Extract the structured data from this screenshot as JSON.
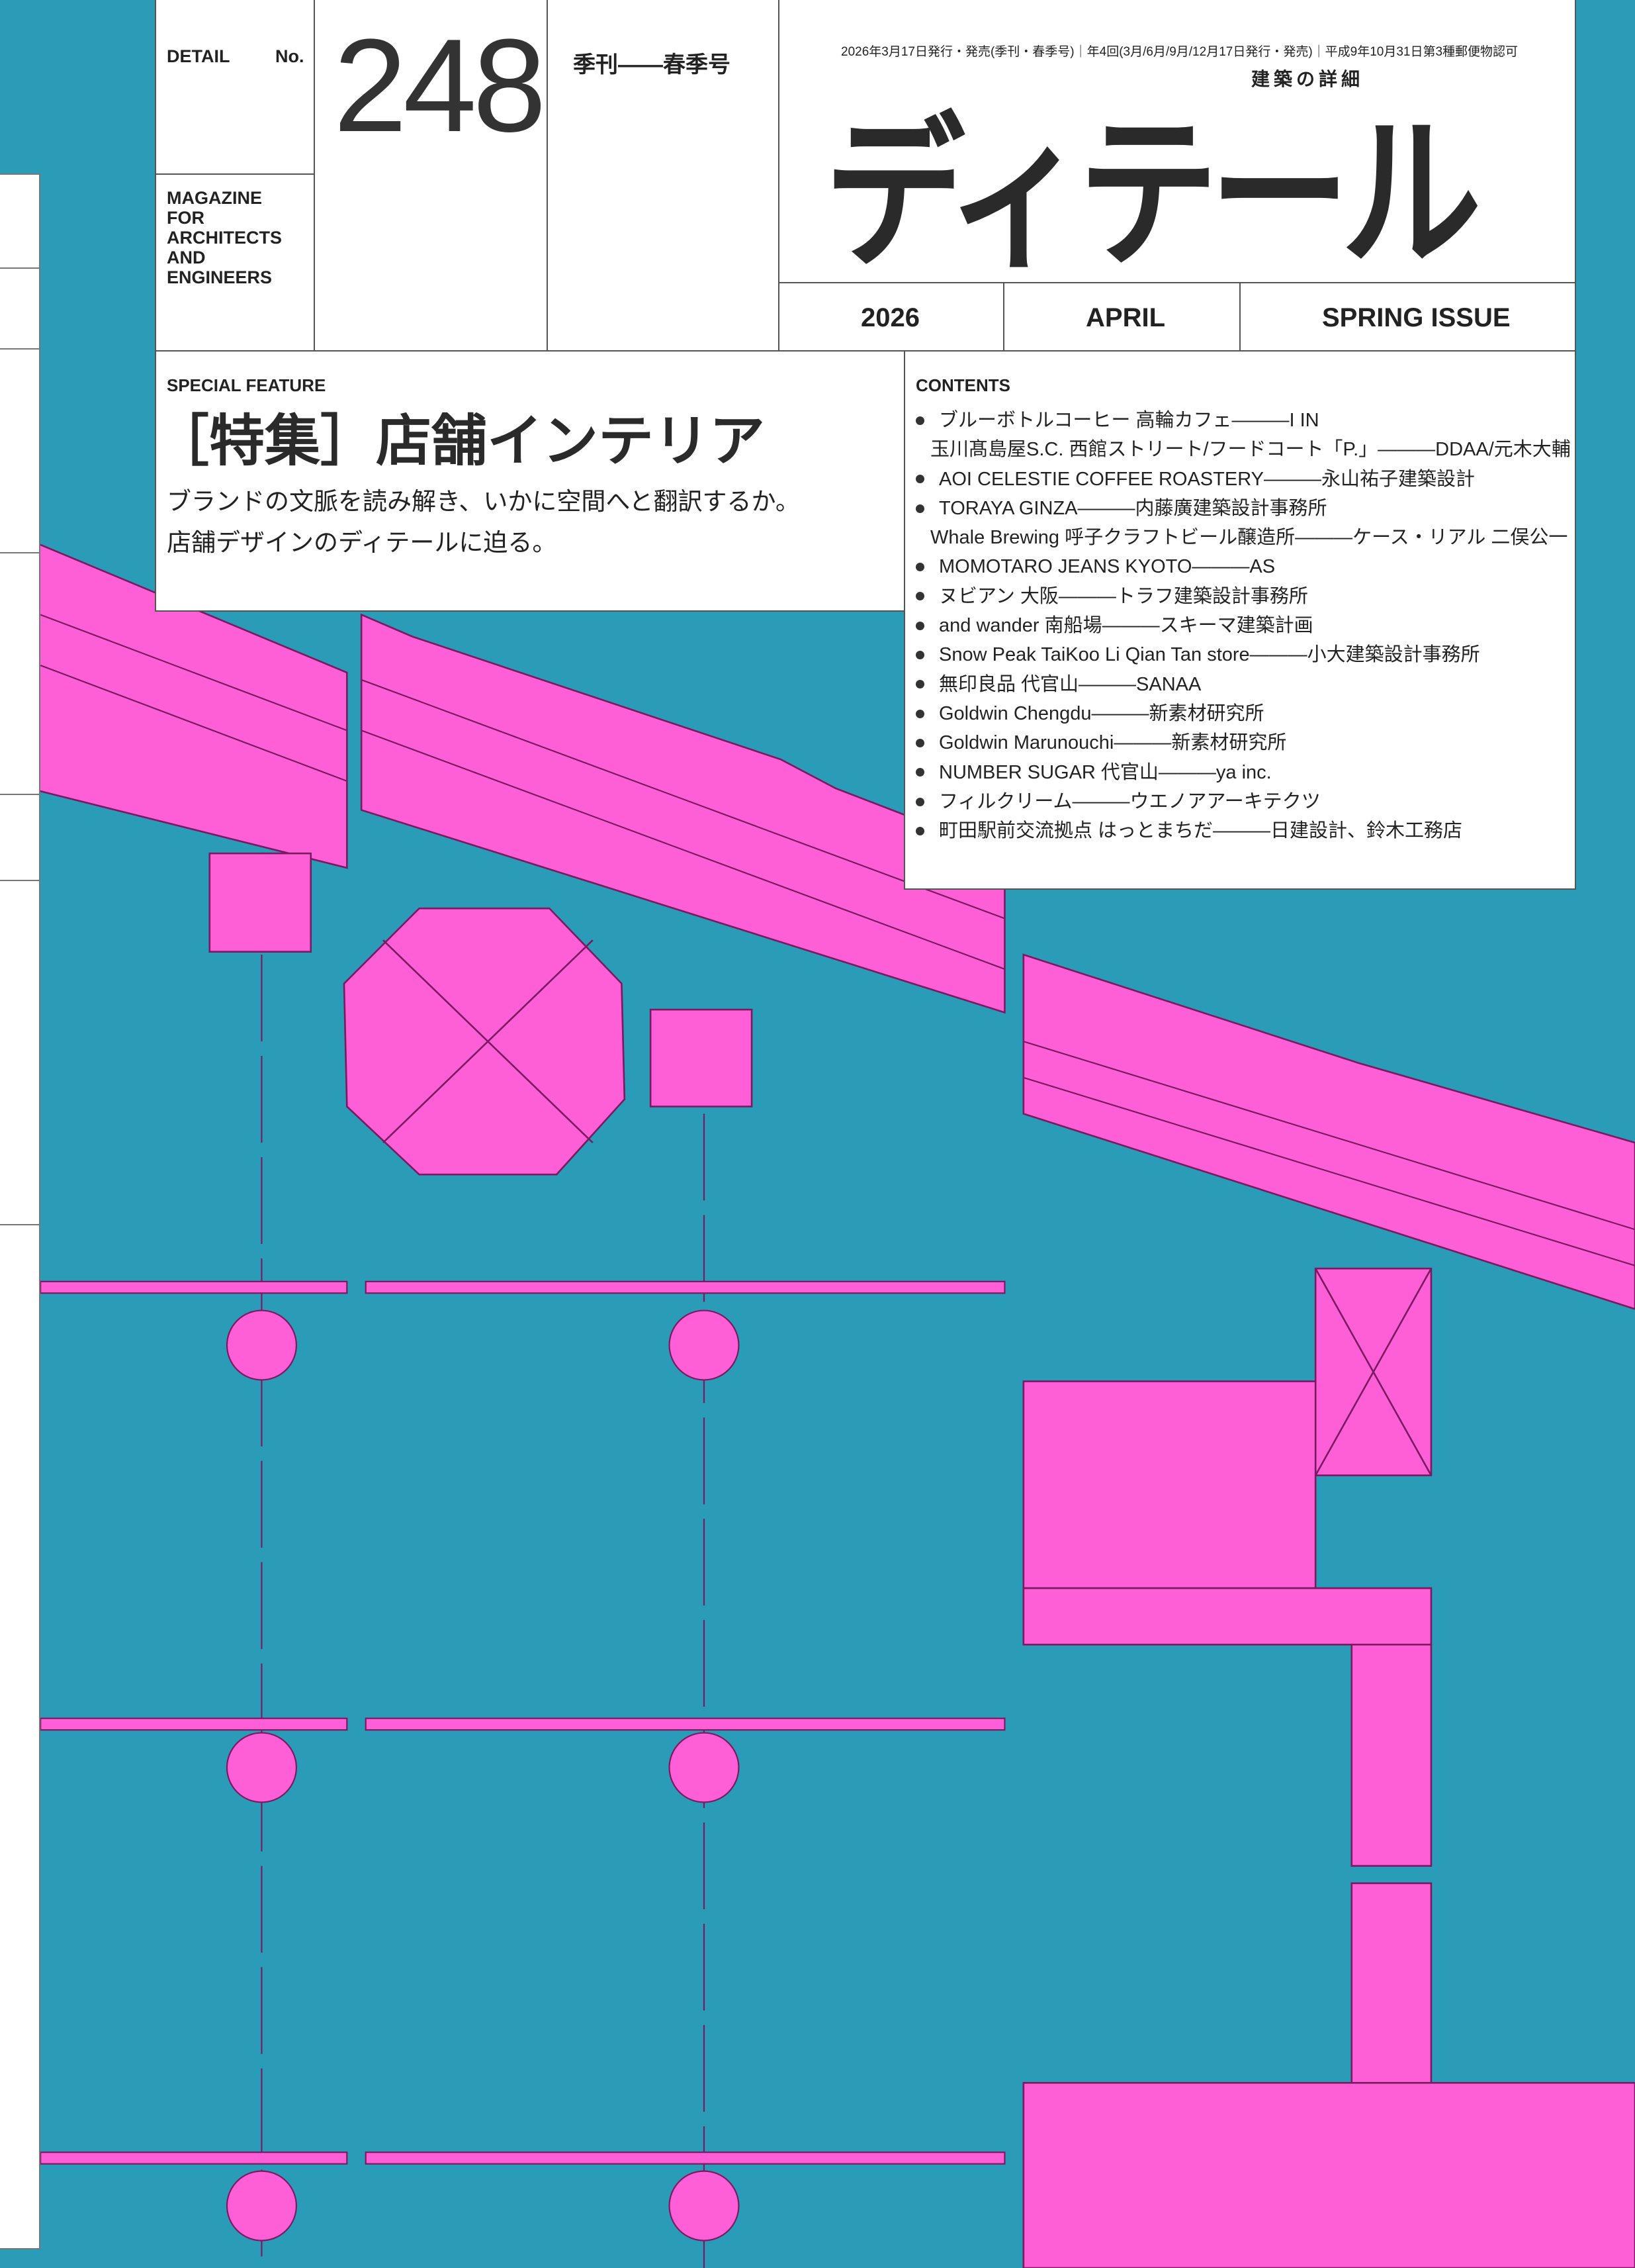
{
  "masthead": {
    "detail_label": "DETAIL",
    "no_label": "No.",
    "issue_number": "248",
    "tagline_lines": [
      "MAGAZINE",
      "FOR",
      "ARCHITECTS",
      "AND",
      "ENGINEERS"
    ],
    "periodical": "季刊――春季号",
    "publication_info": "2026年3月17日発行・発売(季刊・春季号)｜年4回(3月/6月/9月/12月17日発行・発売)｜平成9年10月31日第3種郵便物認可",
    "logo": "ディテール",
    "logo_subtitle": "建築の詳細",
    "year": "2026",
    "month": "APRIL",
    "season": "SPRING ISSUE"
  },
  "special_feature": {
    "label": "SPECIAL FEATURE",
    "title": "［特集］店舗インテリア",
    "lead_lines": [
      "ブランドの文脈を読み解き、いかに空間へと翻訳するか。",
      "店舗デザインのディテールに迫る。"
    ]
  },
  "contents": {
    "label": "CONTENTS",
    "items": [
      "ブルーボトルコーヒー 高輪カフェ―――I IN",
      "玉川髙島屋S.C. 西館ストリート/フードコート「P.」―――DDAA/元木大輔",
      "AOI CELESTIE COFFEE ROASTERY―――永山祐子建築設計",
      "TORAYA GINZA―――内藤廣建築設計事務所",
      "Whale Brewing 呼子クラフトビール醸造所―――ケース・リアル 二俣公一",
      "MOMOTARO JEANS KYOTO―――AS",
      "ヌビアン 大阪―――トラフ建築設計事務所",
      "and wander 南船場―――スキーマ建築計画",
      "Snow Peak TaiKoo Li Qian Tan store―――小大建築設計事務所",
      "無印良品 代官山―――SANAA",
      "Goldwin Chengdu―――新素材研究所",
      "Goldwin Marunouchi―――新素材研究所",
      "NUMBER SUGAR 代官山―――ya inc.",
      "フィルクリーム―――ウエノアアーキテクツ",
      "町田駅前交流拠点 はっとまちだ―――日建設計、鈴木工務店"
    ]
  },
  "colors": {
    "background": "#2a9cb8",
    "drawing": "#ff5fd6",
    "line": "#8a1f6e"
  }
}
